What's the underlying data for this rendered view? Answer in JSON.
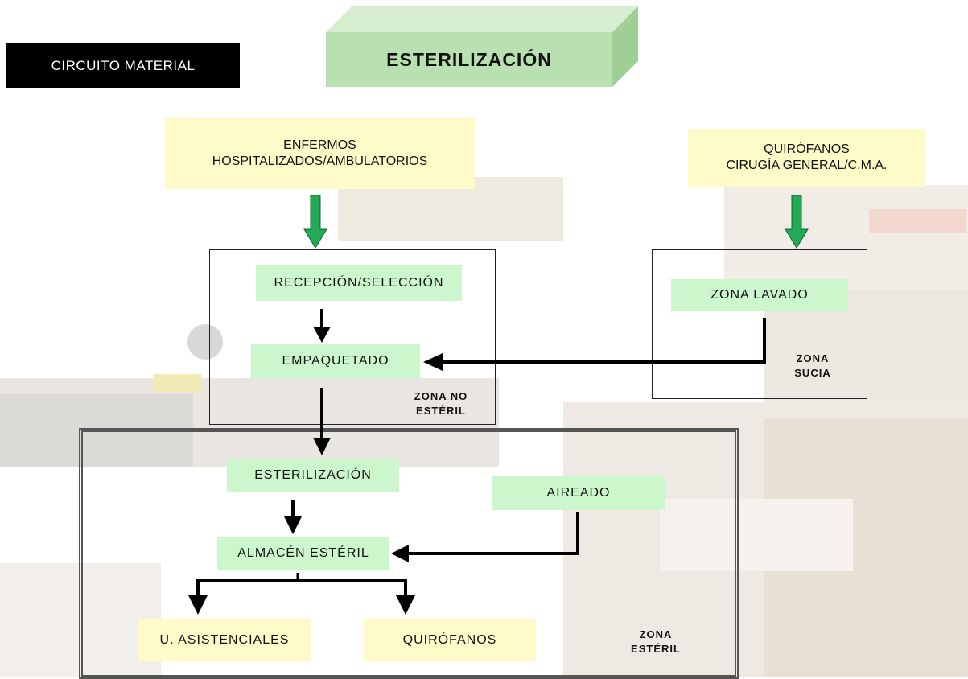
{
  "header": {
    "tag": "CIRCUITO MATERIAL",
    "title": "ESTERILIZACIÓN"
  },
  "sources": {
    "patients": "ENFERMOS\nHOSPITALIZADOS/AMBULATORIOS",
    "operating_rooms": "QUIRÓFANOS\nCIRUGÍA GENERAL/C.M.A."
  },
  "steps": {
    "reception": "RECEPCIÓN/SELECCIÓN",
    "packaging": "EMPAQUETADO",
    "washing": "ZONA LAVADO",
    "sterilization": "ESTERILIZACIÓN",
    "aeration": "AIREADO",
    "storage": "ALMACÉN ESTÉRIL",
    "care_units": "U. ASISTENCIALES",
    "operating_theatres": "QUIRÓFANOS"
  },
  "zones": {
    "non_sterile": "ZONA NO\nESTÉRIL",
    "dirty": "ZONA\nSUCIA",
    "sterile": "ZONA\nESTÉRIL"
  },
  "colors": {
    "node_green": "#ccf7cc",
    "source_yellow": "#fffbc8",
    "inbound_arrow": "#22aa55",
    "title_box": "#b8e0b0"
  }
}
